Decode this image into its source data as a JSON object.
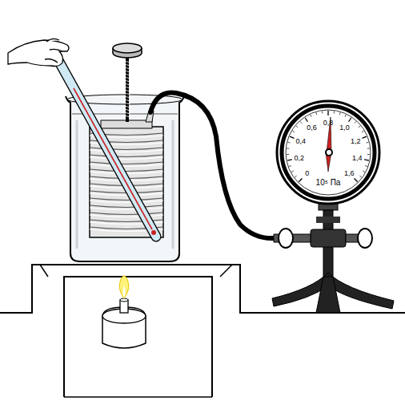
{
  "diagram": {
    "labels": [
      "0",
      "0,2",
      "0,4",
      "0,6",
      "0,8",
      "1,0",
      "1,2",
      "1,4",
      "1,6",
      "10⁵ Па"
    ]
  }
}
